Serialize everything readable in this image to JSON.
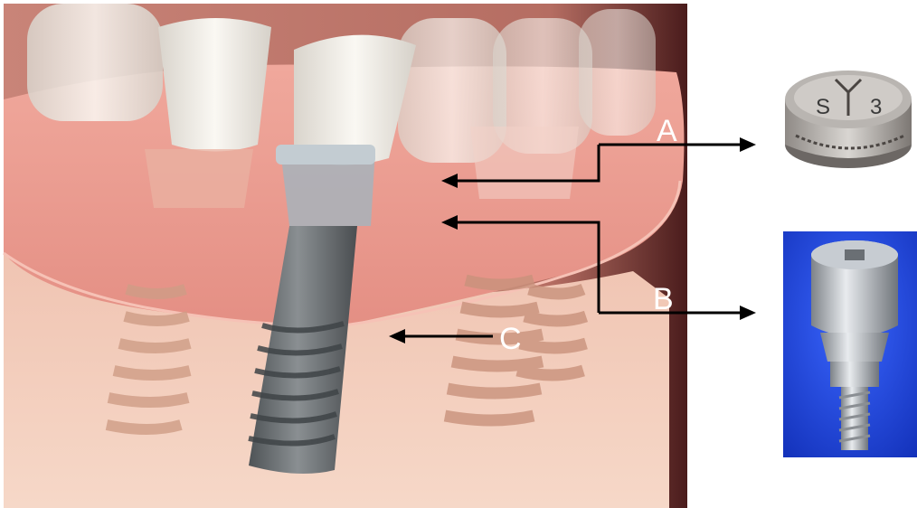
{
  "labels": {
    "a": "A",
    "b": "B",
    "c": "C"
  },
  "healing_cap": {
    "left_mark": "S",
    "right_mark": "3"
  },
  "colors": {
    "gum": "#e89a90",
    "bone": "#f2c9b4",
    "tooth": "#f3efe8",
    "implant": "#6b7073",
    "arrow": "#000000",
    "abutment_bg": "#1b3fd9"
  },
  "icons": [
    "arrow-right-icon",
    "arrow-left-icon"
  ]
}
